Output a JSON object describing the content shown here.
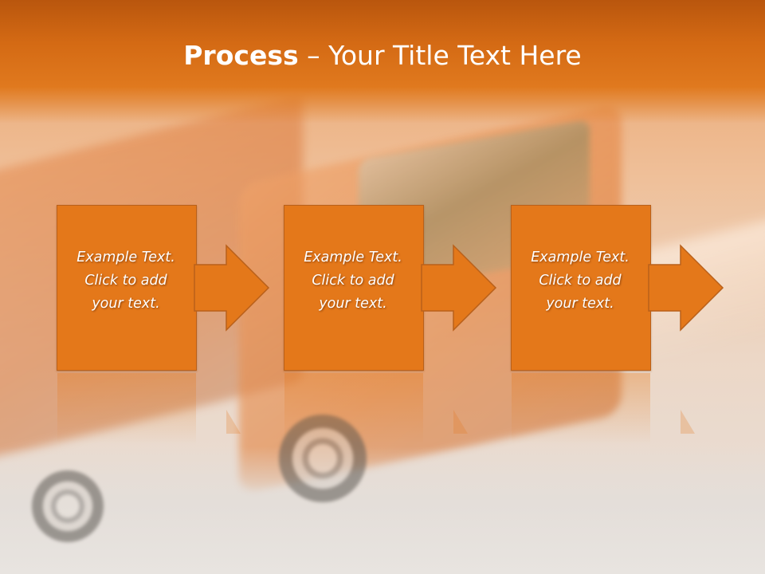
{
  "slide": {
    "title_bold": "Process",
    "title_rest": " – Your Title Text Here"
  },
  "steps": [
    {
      "line1": "Example Text.",
      "line2": "Click  to add",
      "line3": "your text."
    },
    {
      "line1": "Example Text.",
      "line2": "Click  to add",
      "line3": "your text."
    },
    {
      "line1": "Example Text.",
      "line2": "Click  to add",
      "line3": "your text."
    }
  ],
  "colors": {
    "header": "#d46a14",
    "box_fill": "#e4781a",
    "box_border": "#b9601a",
    "text": "#ffffff"
  }
}
